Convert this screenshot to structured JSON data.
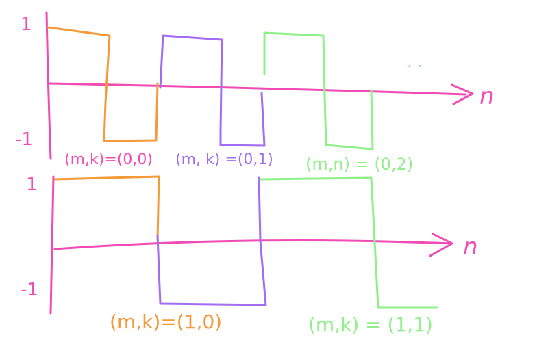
{
  "colors": {
    "axis": "#f04cb4",
    "orange": "#f59a3a",
    "purple": "#a26df0",
    "green": "#8ff08a",
    "background": "#ffffff"
  },
  "top_panel": {
    "tick_high": "1",
    "tick_low": "-1",
    "axis_label": "n",
    "ellipsis": ". .",
    "labels": {
      "orange": "(m,k)=(0,0)",
      "purple": "(m, k) =(0,1)",
      "green": "(m,n) = (0,2)"
    }
  },
  "bottom_panel": {
    "tick_high": "1",
    "tick_low": "-1",
    "axis_label": "n",
    "labels": {
      "orange": "(m,k)=(1,0)",
      "green": "(m,k) = (1,1)"
    }
  }
}
